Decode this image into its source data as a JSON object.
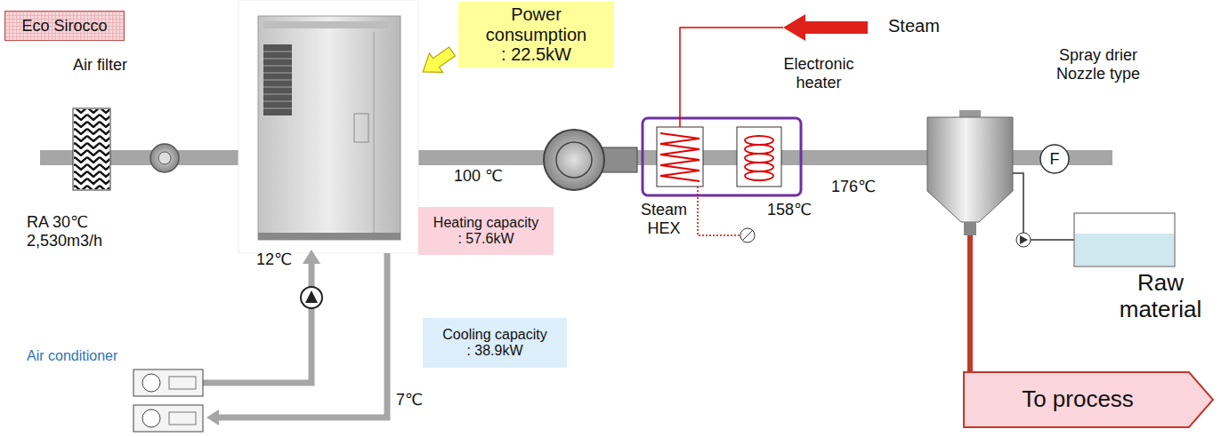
{
  "diagram": {
    "nodes": [
      {
        "text": [
          "Eco Sirocco"
        ]
      },
      {
        "text": [
          "Power consumption : 22.5kW"
        ]
      },
      {
        "text": [
          "Heating capacity : 57.6kW"
        ]
      },
      {
        "text": [
          "Cooling capacity : 38.9kW"
        ]
      },
      {
        "text": [
          "F"
        ]
      },
      {
        "text": [
          "To process"
        ]
      }
    ],
    "labels": [
      "Air filter",
      "RA 30℃ 2,530m3/h",
      "100 ℃",
      "Steam",
      "Electronic heater",
      "Spray drier Nozzle type",
      "Steam HEX",
      "158℃",
      "176℃",
      "12℃",
      "Raw material",
      "Air conditioner",
      "7℃"
    ]
  }
}
